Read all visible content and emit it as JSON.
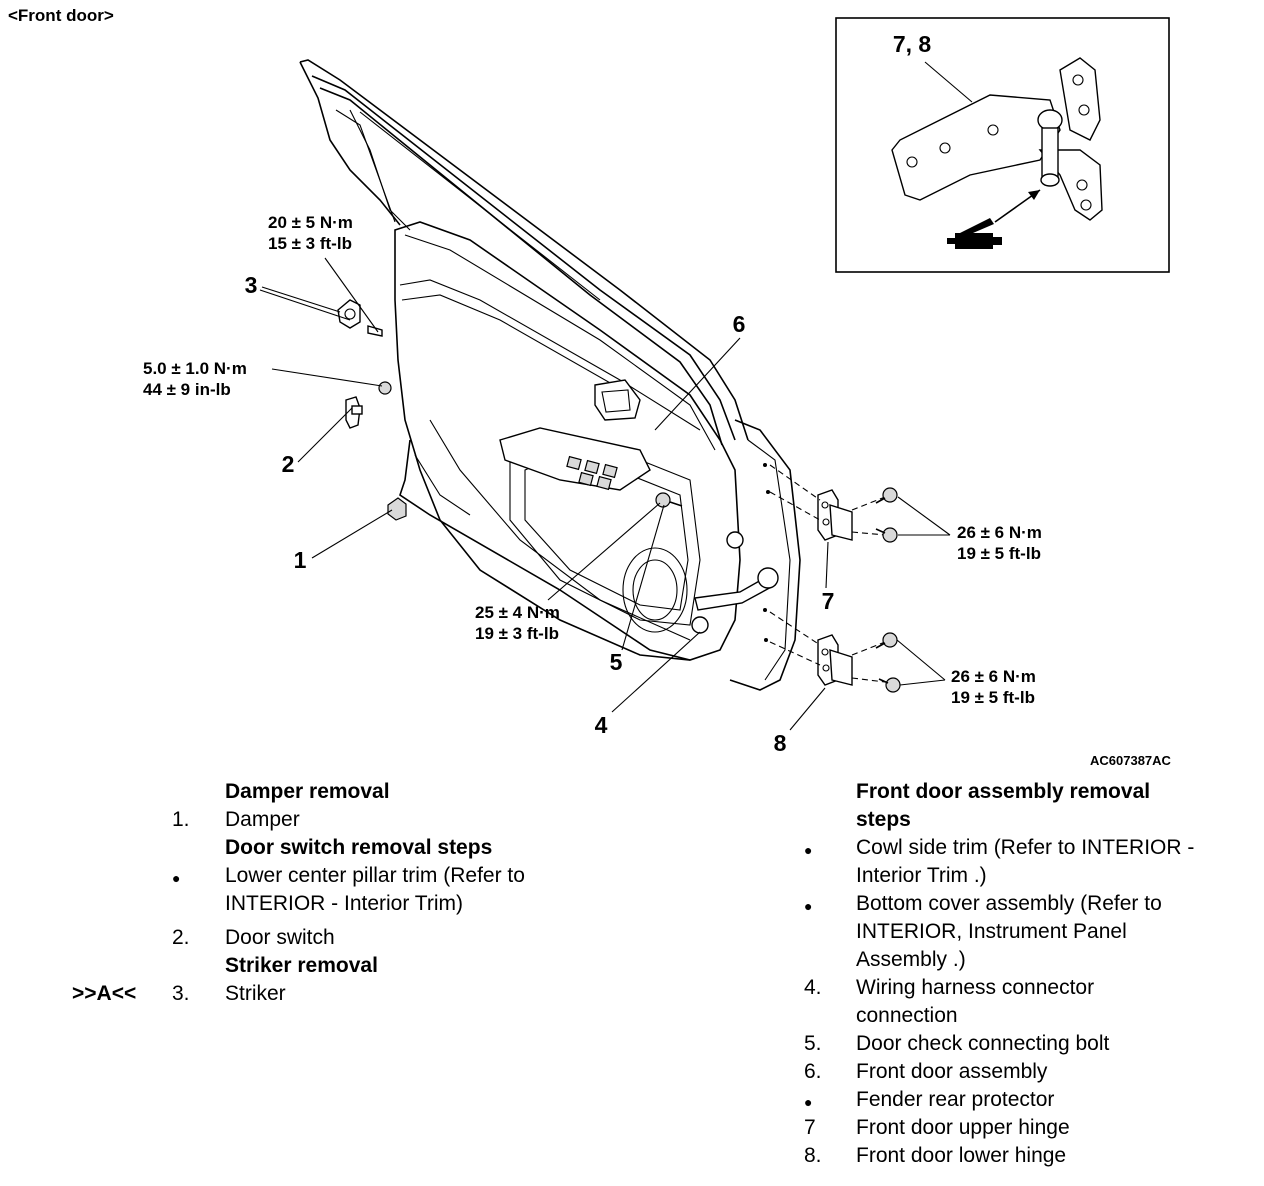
{
  "header": "<Front door>",
  "figure": {
    "figure_id": "AC607387AC",
    "callouts": [
      "1",
      "2",
      "3",
      "4",
      "5",
      "6",
      "7",
      "8"
    ],
    "inset_callout": "7, 8",
    "torques": {
      "striker": [
        "20 ± 5 N·m",
        "15 ± 3 ft-lb"
      ],
      "door_switch": [
        "5.0 ± 1.0 N·m",
        "44 ± 9 in-lb"
      ],
      "check_bolt": [
        "25 ± 4 N·m",
        "19 ± 3 ft-lb"
      ],
      "upper_hinge": [
        "26 ± 6 N·m",
        "19 ± 5 ft-lb"
      ],
      "lower_hinge": [
        "26 ± 6 N·m",
        "19 ± 5 ft-lb"
      ]
    }
  },
  "left_list": {
    "damper_heading": "Damper removal",
    "item1_num": "1.",
    "item1": "Damper",
    "switch_heading": "Door switch removal steps",
    "switch_note": "Lower center pillar trim (Refer to INTERIOR - Interior Trim)",
    "item2_num": "2.",
    "item2": "Door switch",
    "striker_heading": "Striker removal",
    "item3_tag": ">>A<<",
    "item3_num": "3.",
    "item3": "Striker"
  },
  "right_list": {
    "heading": "Front door assembly removal steps",
    "note1": "Cowl side trim (Refer to INTERIOR - Interior Trim .)",
    "note2": "Bottom cover assembly (Refer to INTERIOR, Instrument Panel Assembly .)",
    "item4_num": "4.",
    "item4": "Wiring harness connector connection",
    "item5_num": "5.",
    "item5": "Door check connecting bolt",
    "item6_num": "6.",
    "item6": "Front door assembly",
    "note3": "Fender rear protector",
    "item7_num": "7",
    "item7": "Front door upper hinge",
    "item8_num": "8.",
    "item8": "Front door lower hinge"
  }
}
